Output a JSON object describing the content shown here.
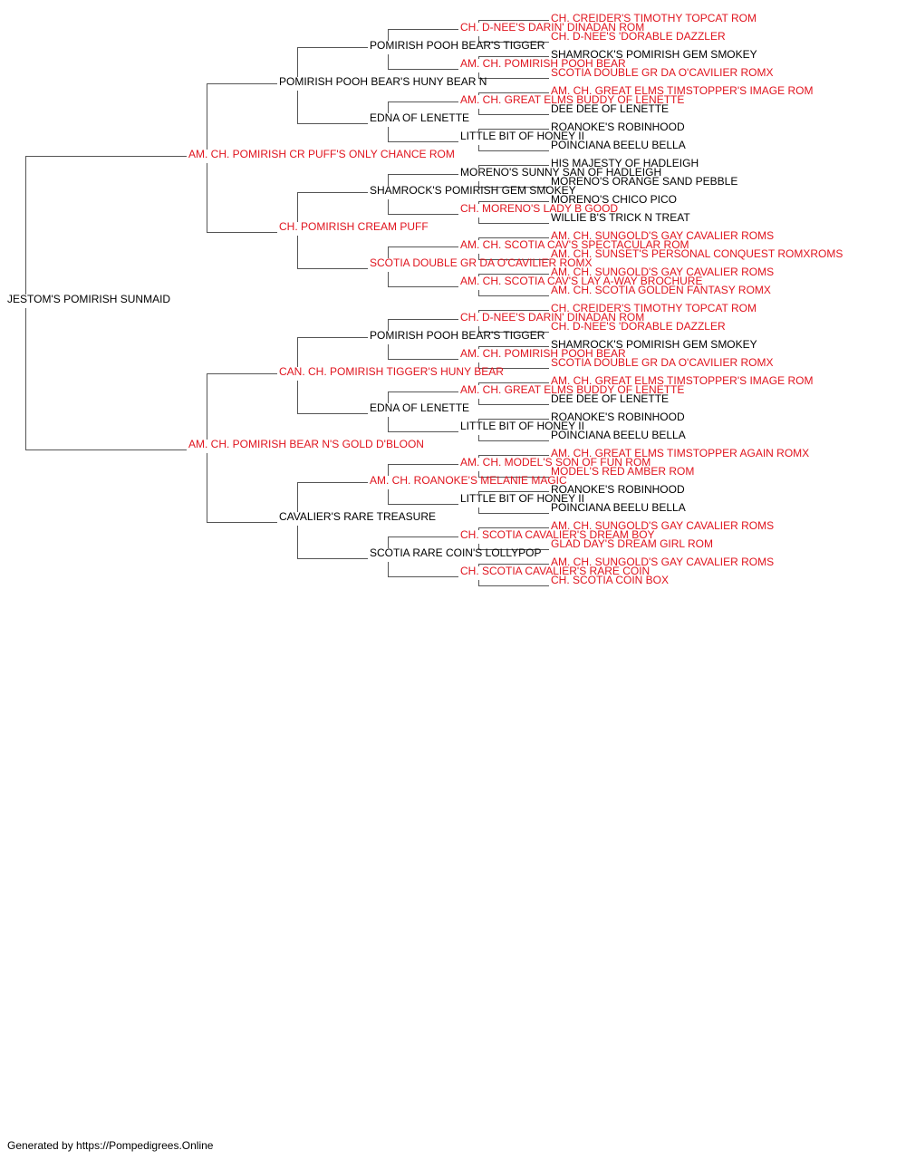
{
  "pedigree": {
    "dog": {
      "name": "JESTOM'S POMIRISH SUNMAID",
      "champion": false
    },
    "generations": [
      [
        {
          "name": "AM. CH. POMIRISH CR PUFF'S ONLY CHANCE ROM",
          "champion": true
        },
        {
          "name": "AM. CH. POMIRISH BEAR N'S GOLD D'BLOON",
          "champion": true
        }
      ],
      [
        {
          "name": "POMIRISH POOH BEAR'S HUNY BEAR N",
          "champion": false
        },
        {
          "name": "CH. POMIRISH CREAM PUFF",
          "champion": true
        },
        {
          "name": "CAN. CH. POMIRISH TIGGER'S HUNY BEAR",
          "champion": true
        },
        {
          "name": "CAVALIER'S RARE TREASURE",
          "champion": false
        }
      ],
      [
        {
          "name": "POMIRISH POOH BEAR'S TIGGER",
          "champion": false
        },
        {
          "name": "EDNA OF LENETTE",
          "champion": false
        },
        {
          "name": "SHAMROCK'S POMIRISH GEM SMOKEY",
          "champion": false
        },
        {
          "name": "SCOTIA DOUBLE GR DA O'CAVILIER ROMX",
          "champion": true
        },
        {
          "name": "POMIRISH POOH BEAR'S TIGGER",
          "champion": false
        },
        {
          "name": "EDNA OF LENETTE",
          "champion": false
        },
        {
          "name": "AM. CH. ROANOKE'S MELANIE MAGIC",
          "champion": true
        },
        {
          "name": "SCOTIA RARE COIN'S LOLLYPOP",
          "champion": false
        }
      ],
      [
        {
          "name": "CH. D-NEE'S DARIN' DINADAN ROM",
          "champion": true
        },
        {
          "name": "AM. CH. POMIRISH POOH BEAR",
          "champion": true
        },
        {
          "name": "AM. CH. GREAT ELMS BUDDY OF LENETTE",
          "champion": true
        },
        {
          "name": "LITTLE BIT OF HONEY II",
          "champion": false
        },
        {
          "name": "MORENO'S SUNNY SAN OF HADLEIGH",
          "champion": false
        },
        {
          "name": "CH. MORENO'S LADY B GOOD",
          "champion": true
        },
        {
          "name": "AM. CH. SCOTIA CAV'S SPECTACULAR ROM",
          "champion": true
        },
        {
          "name": "AM. CH. SCOTIA CAV'S LAY A-WAY BROCHURE",
          "champion": true
        },
        {
          "name": "CH. D-NEE'S DARIN' DINADAN ROM",
          "champion": true
        },
        {
          "name": "AM. CH. POMIRISH POOH BEAR",
          "champion": true
        },
        {
          "name": "AM. CH. GREAT ELMS BUDDY OF LENETTE",
          "champion": true
        },
        {
          "name": "LITTLE BIT OF HONEY II",
          "champion": false
        },
        {
          "name": "AM. CH. MODEL'S SON OF FUN ROM",
          "champion": true
        },
        {
          "name": "LITTLE BIT OF HONEY II",
          "champion": false
        },
        {
          "name": "CH. SCOTIA CAVALIER'S DREAM BOY",
          "champion": true
        },
        {
          "name": "CH. SCOTIA CAVALIER'S RARE COIN",
          "champion": true
        }
      ],
      [
        {
          "name": "CH. CREIDER'S TIMOTHY TOPCAT ROM",
          "champion": true
        },
        {
          "name": "CH. D-NEE'S 'DORABLE DAZZLER",
          "champion": true
        },
        {
          "name": "SHAMROCK'S POMIRISH GEM SMOKEY",
          "champion": false
        },
        {
          "name": "SCOTIA DOUBLE GR DA O'CAVILIER ROMX",
          "champion": true
        },
        {
          "name": "AM. CH. GREAT ELMS TIMSTOPPER'S IMAGE ROM",
          "champion": true
        },
        {
          "name": "DEE DEE OF LENETTE",
          "champion": false
        },
        {
          "name": "ROANOKE'S ROBINHOOD",
          "champion": false
        },
        {
          "name": "POINCIANA BEELU BELLA",
          "champion": false
        },
        {
          "name": "HIS MAJESTY OF HADLEIGH",
          "champion": false
        },
        {
          "name": "MORENO'S ORANGE SAND PEBBLE",
          "champion": false
        },
        {
          "name": "MORENO'S CHICO PICO",
          "champion": false
        },
        {
          "name": "WILLIE B'S TRICK N TREAT",
          "champion": false
        },
        {
          "name": "AM. CH. SUNGOLD'S GAY CAVALIER ROMS",
          "champion": true
        },
        {
          "name": "AM. CH. SUNSET'S PERSONAL CONQUEST ROMXROMS",
          "champion": true
        },
        {
          "name": "AM. CH. SUNGOLD'S GAY CAVALIER ROMS",
          "champion": true
        },
        {
          "name": "AM. CH. SCOTIA GOLDEN FANTASY ROMX",
          "champion": true
        },
        {
          "name": "CH. CREIDER'S TIMOTHY TOPCAT ROM",
          "champion": true
        },
        {
          "name": "CH. D-NEE'S 'DORABLE DAZZLER",
          "champion": true
        },
        {
          "name": "SHAMROCK'S POMIRISH GEM SMOKEY",
          "champion": false
        },
        {
          "name": "SCOTIA DOUBLE GR DA O'CAVILIER ROMX",
          "champion": true
        },
        {
          "name": "AM. CH. GREAT ELMS TIMSTOPPER'S IMAGE ROM",
          "champion": true
        },
        {
          "name": "DEE DEE OF LENETTE",
          "champion": false
        },
        {
          "name": "ROANOKE'S ROBINHOOD",
          "champion": false
        },
        {
          "name": "POINCIANA BEELU BELLA",
          "champion": false
        },
        {
          "name": "AM. CH. GREAT ELMS TIMSTOPPER AGAIN ROMX",
          "champion": true
        },
        {
          "name": "MODEL'S RED AMBER ROM",
          "champion": true
        },
        {
          "name": "ROANOKE'S ROBINHOOD",
          "champion": false
        },
        {
          "name": "POINCIANA BEELU BELLA",
          "champion": false
        },
        {
          "name": "AM. CH. SUNGOLD'S GAY CAVALIER ROMS",
          "champion": true
        },
        {
          "name": "GLAD DAY'S DREAM GIRL ROM",
          "champion": true
        },
        {
          "name": "AM. CH. SUNGOLD'S GAY CAVALIER ROMS",
          "champion": true
        },
        {
          "name": "CH. SCOTIA COIN BOX",
          "champion": true
        }
      ]
    ]
  },
  "colors": {
    "champion": "#e0141e",
    "regular": "#000000",
    "line": "#555555"
  },
  "footer": "Generated by https://Pompedigrees.Online"
}
